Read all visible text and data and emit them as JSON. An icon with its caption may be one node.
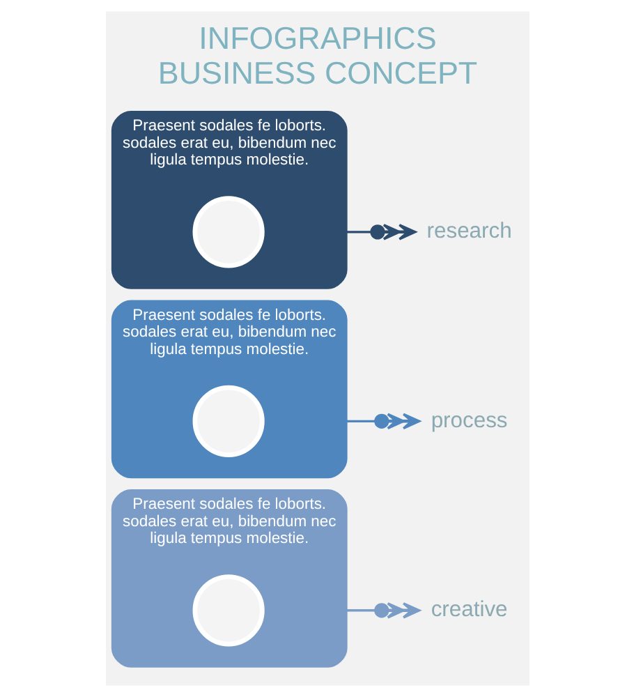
{
  "diagram": {
    "title": "INFOGRAPHICS BUSINESS CONCEPT",
    "nodes": [
      {
        "text": [
          "Praesent sodales fe loborts. sodales erat eu, bibendum nec ligula tempus molestie."
        ]
      },
      {
        "text": [],
        "shape": "circle",
        "in": 0
      },
      {
        "text": [
          "creative"
        ]
      },
      {
        "text": [
          "Praesent sodales fe loborts. sodales erat eu, bibendum nec ligula tempus molestie."
        ]
      },
      {
        "text": [],
        "shape": "circle",
        "in": 3
      },
      {
        "text": [
          "process"
        ]
      },
      {
        "text": [
          "Praesent sodales fe loborts. sodales erat eu, bibendum nec ligula tempus molestie."
        ]
      },
      {
        "text": [],
        "shape": "circle",
        "in": 6
      },
      {
        "text": [
          "research"
        ]
      }
    ],
    "edges": [
      {
        "from": 0,
        "to": 2,
        "arrow": "to",
        "color": "#7a9cc6"
      },
      {
        "from": 3,
        "to": 5,
        "arrow": "to",
        "color": "#4f86be"
      },
      {
        "from": 6,
        "to": 8,
        "arrow": "to",
        "color": "#2e4d6e"
      }
    ]
  }
}
